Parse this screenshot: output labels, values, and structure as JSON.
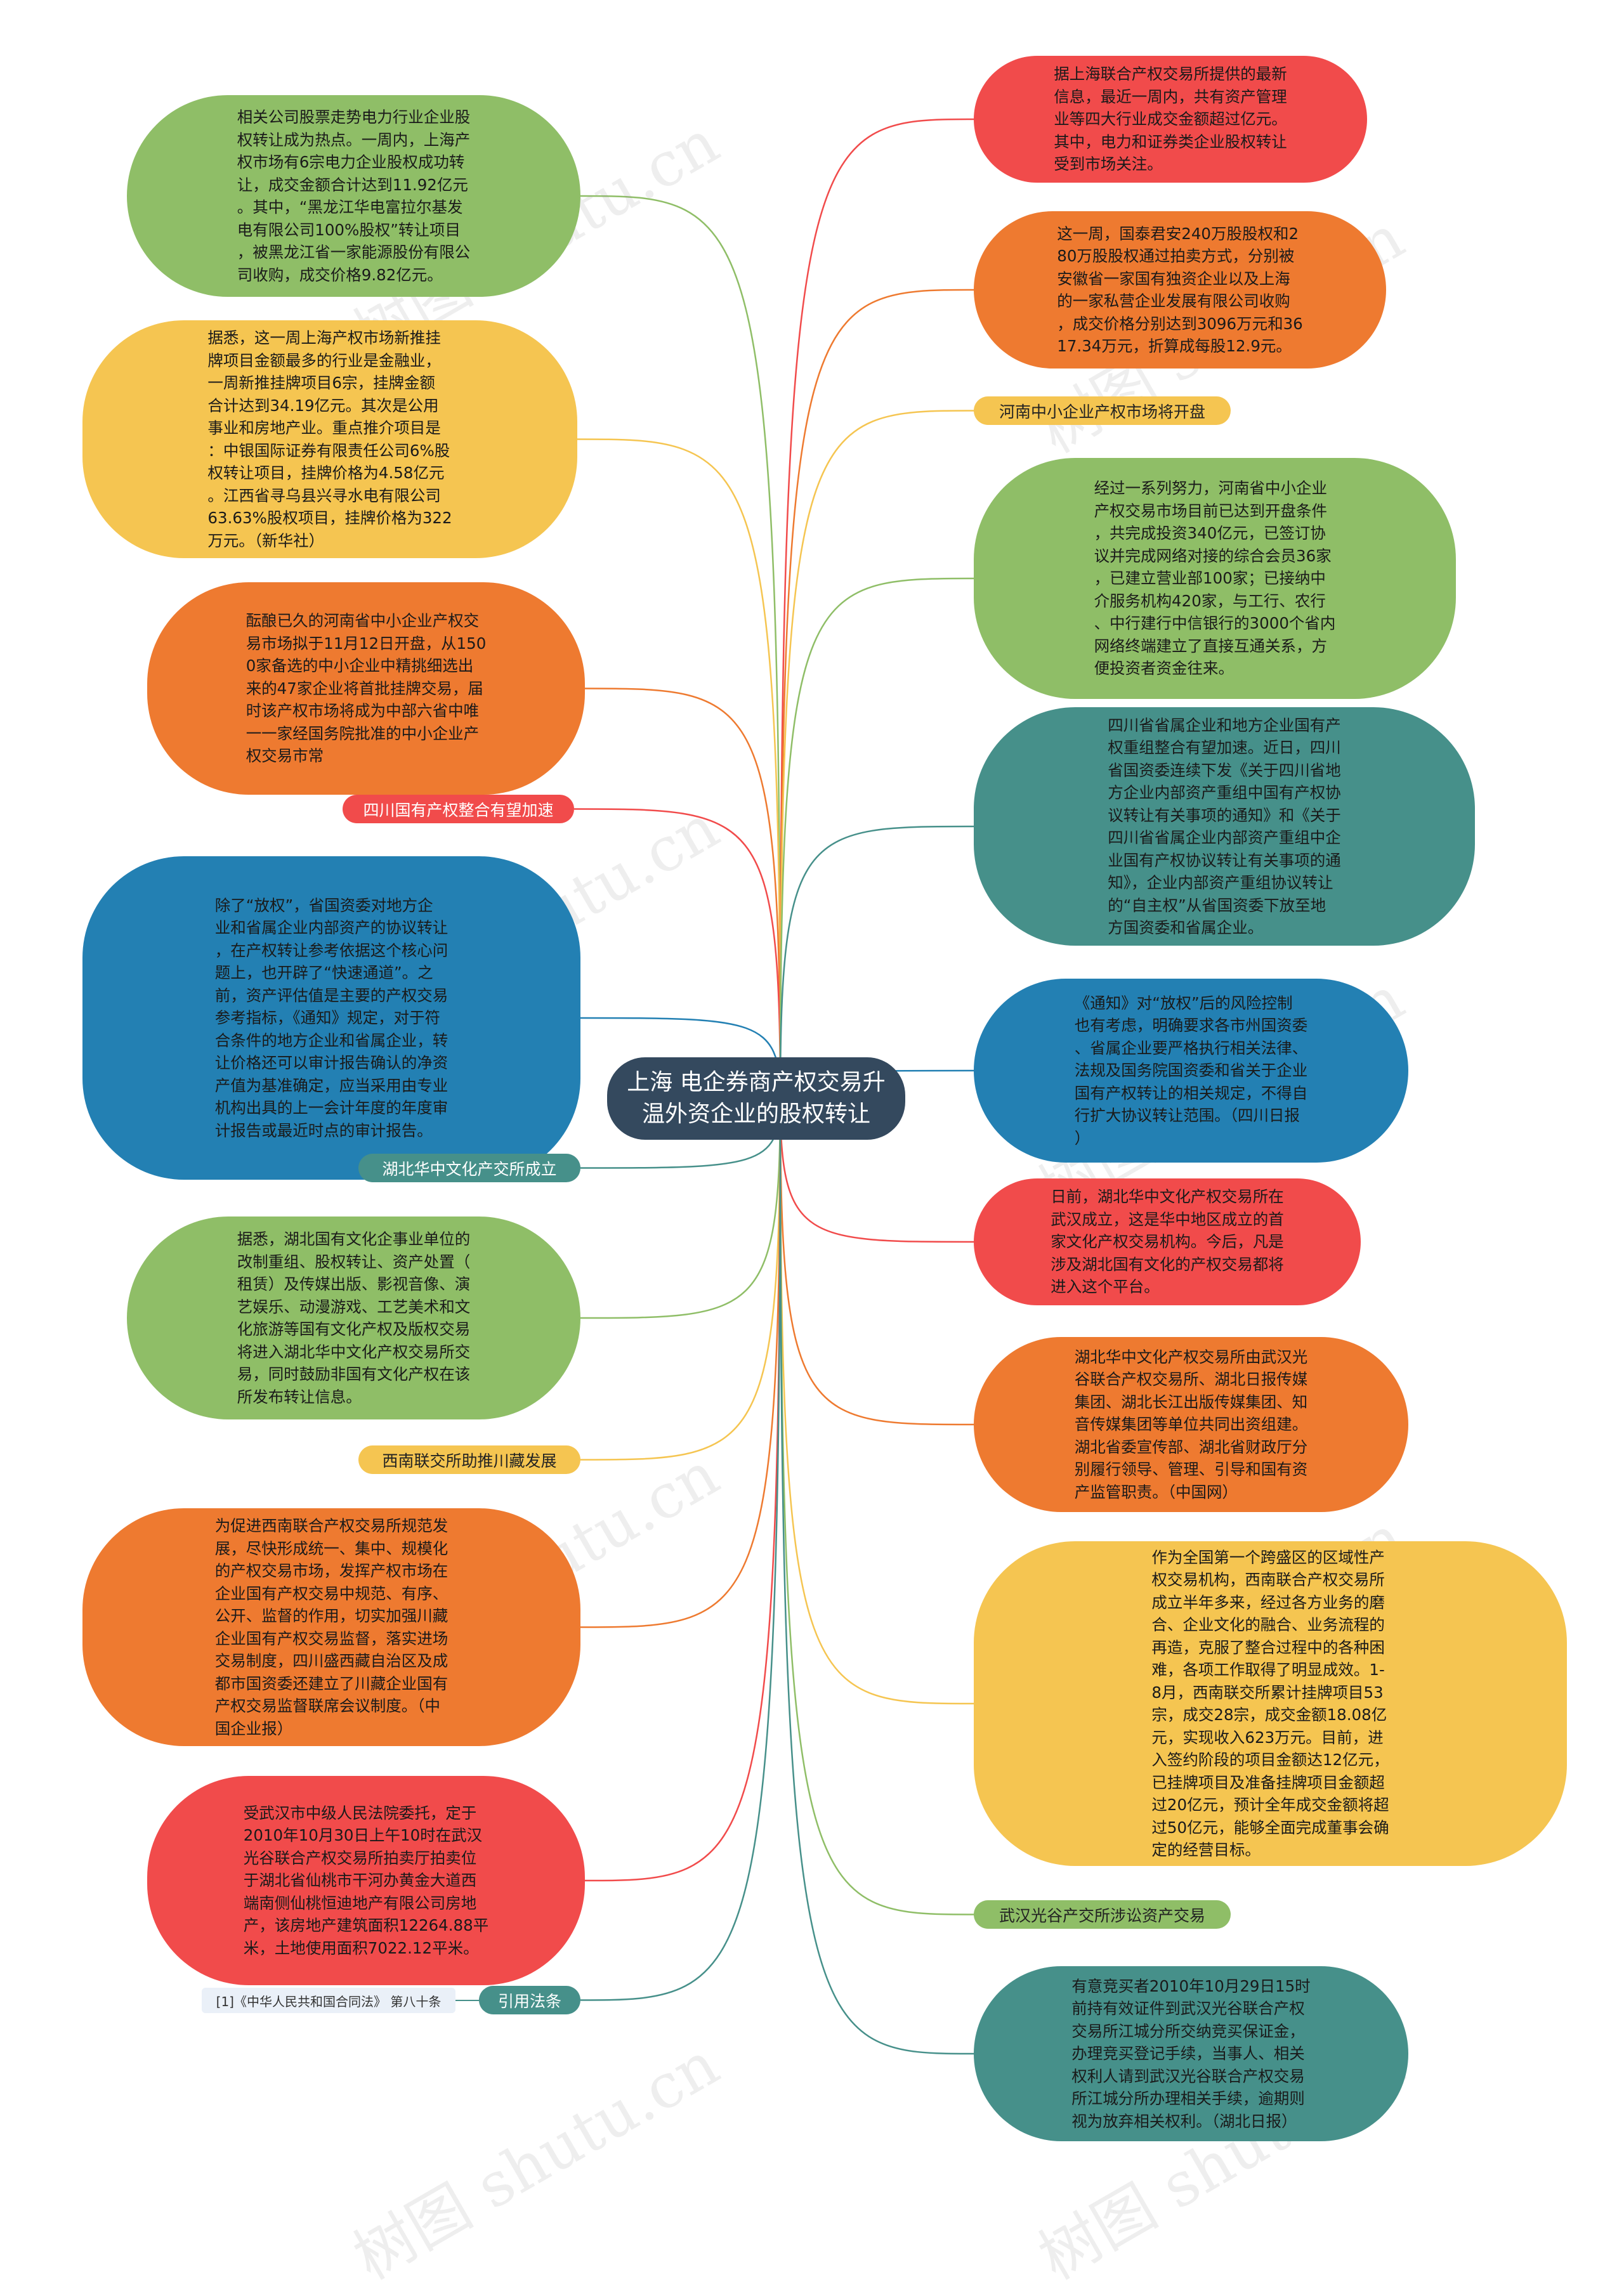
{
  "root": "上海 电企券商产权交易升\n温外资企业的股权转让",
  "colors": {
    "green": "#8fbe67",
    "yellow": "#f5c551",
    "orange": "#ee7a30",
    "red": "#f14b4b",
    "blue": "#2380b3",
    "teal": "#46908a",
    "root": "#34495e",
    "ref": "#eaf0f8"
  },
  "left": [
    {
      "type": "bubble",
      "color": "green",
      "text": "相关公司股票走势电力行业企业股\n权转让成为热点。一周内，上海产\n权市场有6宗电力企业股权成功转\n让，成交金额合计达到11.92亿元\n。其中，“黑龙江华电富拉尔基发\n电有限公司100%股权”转让项目\n，被黑龙江省一家能源股份有限公\n司收购，成交价格9.82亿元。"
    },
    {
      "type": "bubble",
      "color": "yellow",
      "text": "据悉，这一周上海产权市场新推挂\n牌项目金额最多的行业是金融业，\n一周新推挂牌项目6宗，挂牌金额\n合计达到34.19亿元。其次是公用\n事业和房地产业。重点推介项目是\n：中银国际证券有限责任公司6%股\n权转让项目，挂牌价格为4.58亿元\n。江西省寻乌县兴寻水电有限公司\n63.63%股权项目，挂牌价格为322\n万元。（新华社）"
    },
    {
      "type": "bubble",
      "color": "orange",
      "text": "酝酿已久的河南省中小企业产权交\n易市场拟于11月12日开盘，从150\n0家备选的中小企业中精挑细选出\n来的47家企业将首批挂牌交易，届\n时该产权市场将成为中部六省中唯\n一一家经国务院批准的中小企业产\n权交易市常"
    },
    {
      "type": "topic",
      "color": "red",
      "text": "四川国有产权整合有望加速"
    },
    {
      "type": "bubble",
      "color": "blue",
      "text": "除了“放权”，省国资委对地方企\n业和省属企业内部资产的协议转让\n，在产权转让参考依据这个核心问\n题上，也开辟了“快速通道”。之\n前，资产评估值是主要的产权交易\n参考指标，《通知》规定，对于符\n合条件的地方企业和省属企业，转\n让价格还可以审计报告确认的净资\n产值为基准确定，应当采用由专业\n机构出具的上一会计年度的年度审\n计报告或最近时点的审计报告。"
    },
    {
      "type": "topic",
      "color": "teal",
      "text": "湖北华中文化产交所成立"
    },
    {
      "type": "bubble",
      "color": "green",
      "text": "据悉，湖北国有文化企事业单位的\n改制重组、股权转让、资产处置（\n租赁）及传媒出版、影视音像、演\n艺娱乐、动漫游戏、工艺美术和文\n化旅游等国有文化产权及版权交易\n将进入湖北华中文化产权交易所交\n易，同时鼓励非国有文化产权在该\n所发布转让信息。"
    },
    {
      "type": "topic",
      "color": "yellow",
      "text": "西南联交所助推川藏发展"
    },
    {
      "type": "bubble",
      "color": "orange",
      "text": "为促进西南联合产权交易所规范发\n展，尽快形成统一、集中、规模化\n的产权交易市场，发挥产权市场在\n企业国有产权交易中规范、有序、\n公开、监督的作用，切实加强川藏\n企业国有产权交易监督，落实进场\n交易制度，四川盛西藏自治区及成\n都市国资委还建立了川藏企业国有\n产权交易监督联席会议制度。（中\n国企业报）"
    },
    {
      "type": "bubble",
      "color": "red",
      "text": "受武汉市中级人民法院委托，定于\n2010年10月30日上午10时在武汉\n光谷联合产权交易所拍卖厅拍卖位\n于湖北省仙桃市干河办黄金大道西\n端南侧仙桃恒迪地产有限公司房地\n产，该房地产建筑面积12264.88平\n米，土地使用面积7022.12平米。"
    },
    {
      "type": "topic",
      "color": "teal",
      "text": "引用法条"
    }
  ],
  "reference": "[1]《中华人民共和国合同法》 第八十条",
  "right": [
    {
      "type": "bubble",
      "color": "red",
      "text": "据上海联合产权交易所提供的最新\n信息，最近一周内，共有资产管理\n业等四大行业成交金额超过亿元。\n其中，电力和证券类企业股权转让\n受到市场关注。"
    },
    {
      "type": "bubble",
      "color": "orange",
      "text": "这一周，国泰君安240万股股权和2\n80万股股权通过拍卖方式，分别被\n安徽省一家国有独资企业以及上海\n的一家私营企业发展有限公司收购\n，成交价格分别达到3096万元和36\n17.34万元，折算成每股12.9元。"
    },
    {
      "type": "topic",
      "color": "yellow",
      "text": "河南中小企业产权市场将开盘"
    },
    {
      "type": "bubble",
      "color": "green",
      "text": "经过一系列努力，河南省中小企业\n产权交易市场目前已达到开盘条件\n，共完成投资340亿元，已签订协\n议并完成网络对接的综合会员36家\n，已建立营业部100家；已接纳中\n介服务机构420家，与工行、农行\n、中行建行中信银行的3000个省内\n网络终端建立了直接互通关系，方\n便投资者资金往来。"
    },
    {
      "type": "bubble",
      "color": "teal",
      "text": "四川省省属企业和地方企业国有产\n权重组整合有望加速。近日，四川\n省国资委连续下发《关于四川省地\n方企业内部资产重组中国有产权协\n议转让有关事项的通知》和《关于\n四川省省属企业内部资产重组中企\n业国有产权协议转让有关事项的通\n知》，企业内部资产重组协议转让\n的“自主权”从省国资委下放至地\n方国资委和省属企业。"
    },
    {
      "type": "bubble",
      "color": "blue",
      "text": "《通知》对“放权”后的风险控制\n也有考虑，明确要求各市州国资委\n、省属企业要严格执行相关法律、\n法规及国务院国资委和省关于企业\n国有产权转让的相关规定，不得自\n行扩大协议转让范围。（四川日报\n）"
    },
    {
      "type": "bubble",
      "color": "red",
      "text": "日前，湖北华中文化产权交易所在\n武汉成立，这是华中地区成立的首\n家文化产权交易机构。今后，凡是\n涉及湖北国有文化的产权交易都将\n进入这个平台。"
    },
    {
      "type": "bubble",
      "color": "orange",
      "text": "湖北华中文化产权交易所由武汉光\n谷联合产权交易所、湖北日报传媒\n集团、湖北长江出版传媒集团、知\n音传媒集团等单位共同出资组建。\n湖北省委宣传部、湖北省财政厅分\n别履行领导、管理、引导和国有资\n产监管职责。（中国网）"
    },
    {
      "type": "bubble",
      "color": "yellow",
      "text": "作为全国第一个跨盛区的区域性产\n权交易机构，西南联合产权交易所\n成立半年多来，经过各方业务的磨\n合、企业文化的融合、业务流程的\n再造，克服了整合过程中的各种困\n难，各项工作取得了明显成效。1-\n8月，西南联交所累计挂牌项目53\n宗，成交28宗，成交金额18.08亿\n元，实现收入623万元。目前，进\n入签约阶段的项目金额达12亿元，\n已挂牌项目及准备挂牌项目金额超\n过20亿元，预计全年成交金额将超\n过50亿元，能够全面完成董事会确\n定的经营目标。"
    },
    {
      "type": "topic",
      "color": "green",
      "text": "武汉光谷产交所涉讼资产交易"
    },
    {
      "type": "bubble",
      "color": "teal",
      "text": "有意竞买者2010年10月29日15时\n前持有效证件到武汉光谷联合产权\n交易所江城分所交纳竞买保证金，\n办理竞买登记手续，当事人、相关\n权利人请到武汉光谷联合产权交易\n所江城分所办理相关手续，逾期则\n视为放弃相关权利。（湖北日报）"
    }
  ],
  "watermark": "树图 shutu.cn"
}
